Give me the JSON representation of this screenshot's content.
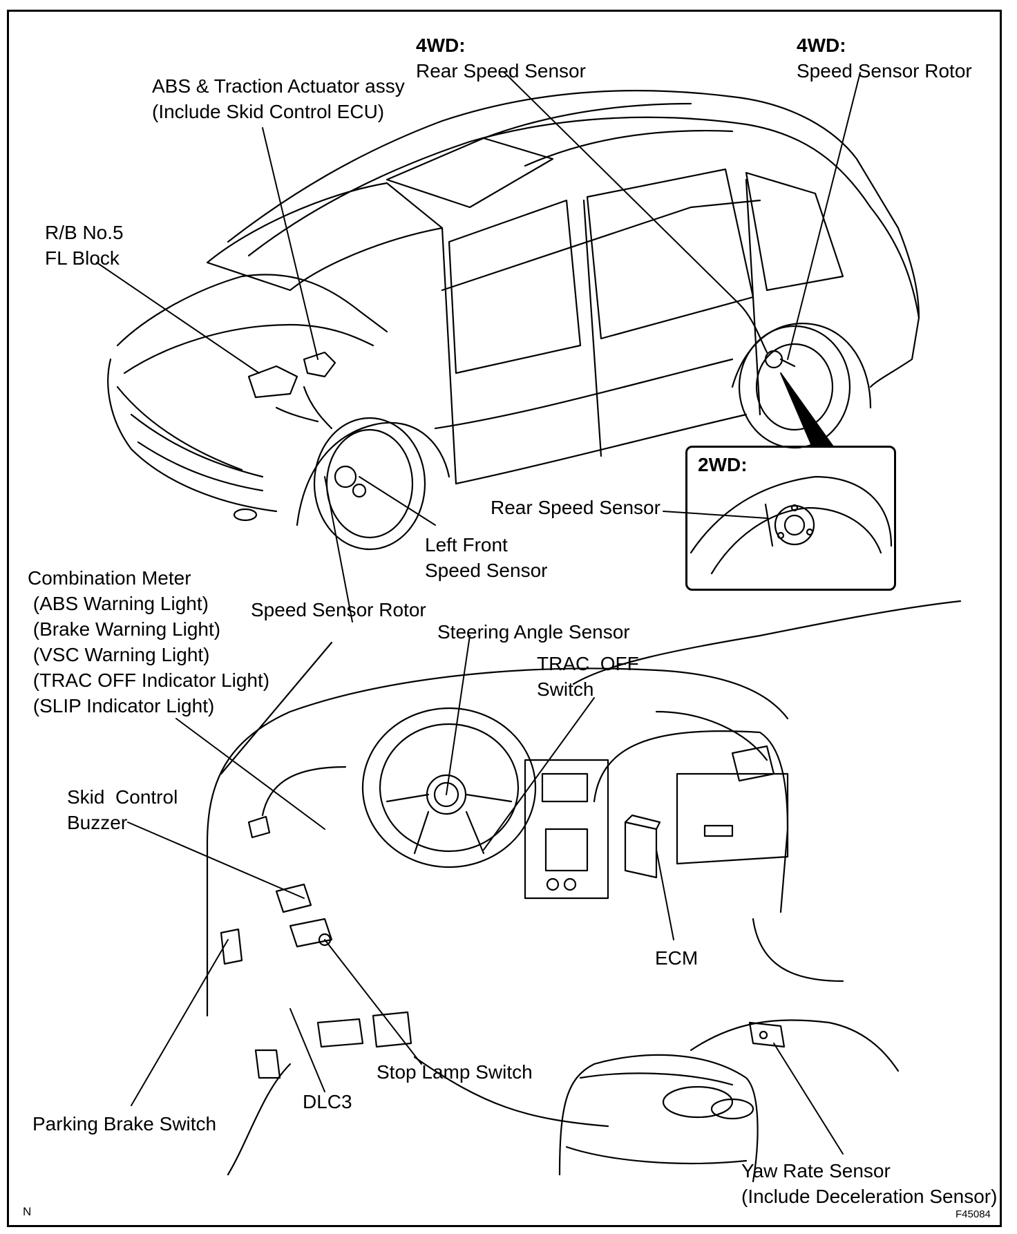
{
  "labels": {
    "abs_actuator": [
      "ABS & Traction Actuator assy",
      "(Include Skid Control ECU)"
    ],
    "rear_sensor_4wd_head": "4WD:",
    "rear_sensor_4wd": "Rear Speed Sensor",
    "rotor_4wd_head": "4WD:",
    "rotor_4wd": "Speed Sensor Rotor",
    "rb_block": [
      "R/B No.5",
      "FL Block"
    ],
    "inset_head": "2WD:",
    "rear_sensor_2wd": "Rear Speed Sensor",
    "left_front": [
      "Left Front",
      "Speed Sensor"
    ],
    "combination_meter": [
      "Combination Meter",
      " (ABS Warning Light)",
      " (Brake Warning Light)",
      " (VSC Warning Light)",
      " (TRAC OFF Indicator Light)",
      " (SLIP Indicator Light)"
    ],
    "front_rotor": "Speed Sensor Rotor",
    "steering_angle": "Steering Angle Sensor",
    "trac_off": [
      "TRAC  OFF",
      "Switch"
    ],
    "skid_buzzer": [
      "Skid  Control",
      "Buzzer"
    ],
    "ecm": "ECM",
    "stop_lamp": "Stop Lamp Switch",
    "dlc3": "DLC3",
    "parking_brake": "Parking Brake Switch",
    "yaw_rate": [
      "Yaw Rate Sensor",
      "(Include Deceleration Sensor)"
    ],
    "corner_left": "N",
    "corner_right": "F45084"
  }
}
